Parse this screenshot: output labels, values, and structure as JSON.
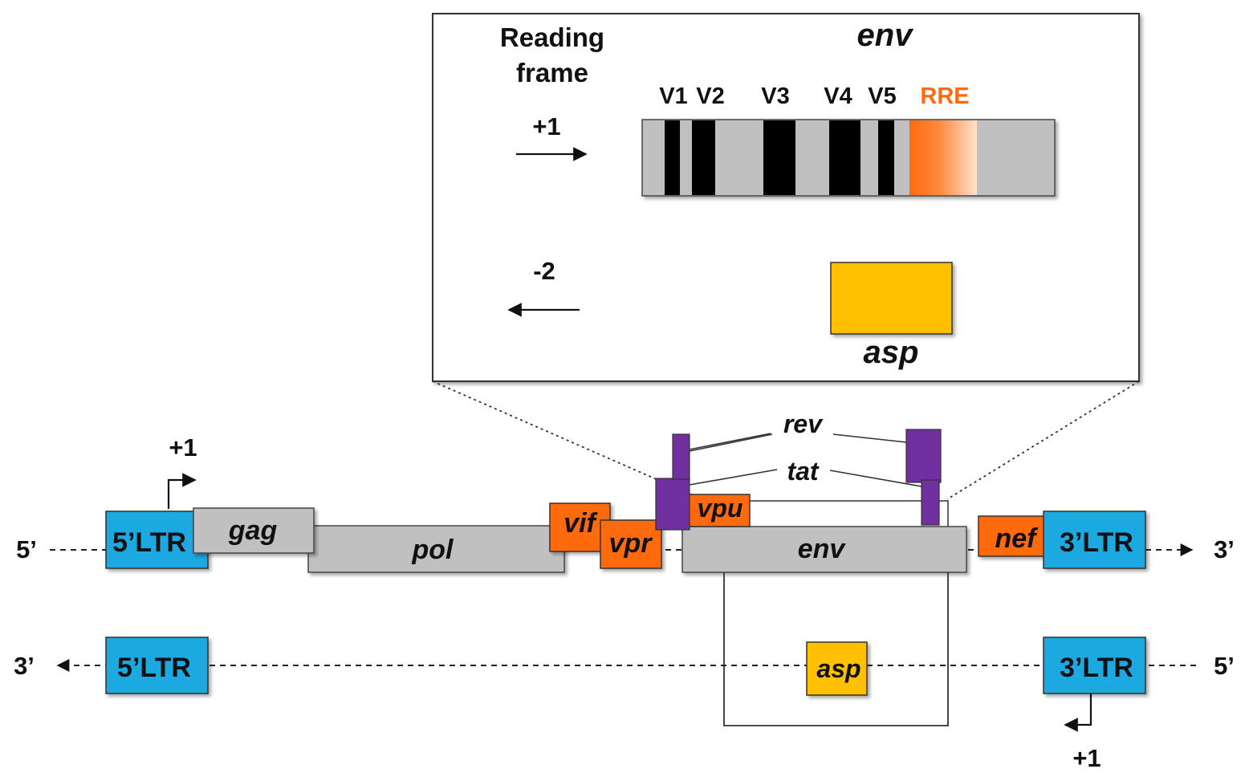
{
  "inset": {
    "title": "env",
    "reading_frame_label": [
      "Reading",
      "frame"
    ],
    "frame_plus": "+1",
    "frame_minus": "-2",
    "regions": [
      "V1",
      "V2",
      "V3",
      "V4",
      "V5",
      "RRE"
    ],
    "asp_label": "asp"
  },
  "genome": {
    "strand_top_left": "5’",
    "strand_top_right": "3’",
    "strand_bottom_left": "3’",
    "strand_bottom_right": "5’",
    "promoter_top": "+1",
    "promoter_bottom": "+1",
    "genes": {
      "ltr5_top": "5’LTR",
      "gag": "gag",
      "pol": "pol",
      "vif": "vif",
      "vpr": "vpr",
      "vpu": "vpu",
      "env": "env",
      "nef": "nef",
      "ltr3_top": "3’LTR",
      "rev": "rev",
      "tat": "tat",
      "ltr5_bottom": "5’LTR",
      "asp": "asp",
      "ltr3_bottom": "3’LTR"
    }
  },
  "colors": {
    "ltr": "#1EA8E0",
    "structural_gene": "#C0C0C0",
    "accessory_gene": "#FF6A0E",
    "regulatory_gene": "#7030A0",
    "asp": "#FFC000",
    "variable_region": "#000000",
    "rre": "#FF6A0E"
  }
}
